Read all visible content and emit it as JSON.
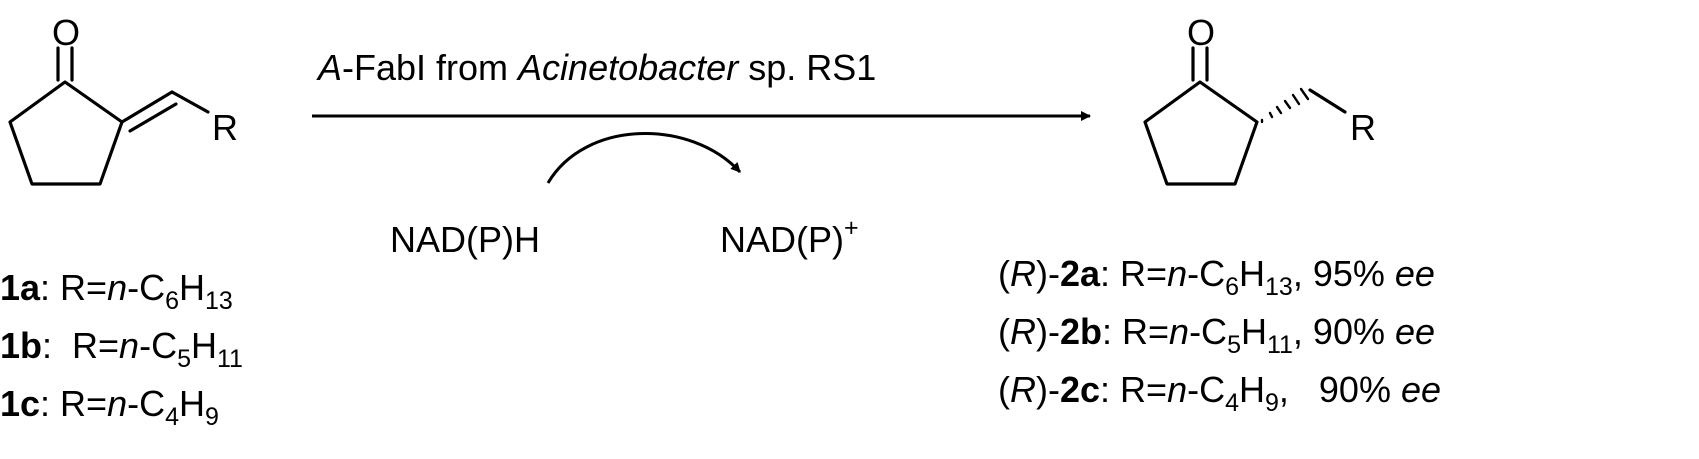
{
  "reaction": {
    "reagent_prefix": "A",
    "reagent_name": "-FabI from ",
    "organism_genus": "Acinetobacter",
    "organism_rest": " sp. RS1",
    "cofactor_in": "NAD(P)H",
    "cofactor_out_base": "NAD(P)",
    "cofactor_out_charge": "+"
  },
  "atoms": {
    "oxygen": "O",
    "r_group": "R"
  },
  "substrates": [
    {
      "id": "1a",
      "eq": ": R=",
      "n": "n",
      "chain": "-C",
      "c_count": "6",
      "h": "H",
      "h_count": "13"
    },
    {
      "id": "1b",
      "eq": ":  R=",
      "n": "n",
      "chain": "-C",
      "c_count": "5",
      "h": "H",
      "h_count": "11"
    },
    {
      "id": "1c",
      "eq": ": R=",
      "n": "n",
      "chain": "-C",
      "c_count": "4",
      "h": "H",
      "h_count": "9"
    }
  ],
  "products": [
    {
      "config_open": "(",
      "config": "R",
      "config_close": ")-",
      "id": "2a",
      "eq": ": R=",
      "n": "n",
      "chain": "-C",
      "c_count": "6",
      "h": "H",
      "h_count": "13",
      "ee_value": ", 95% ",
      "ee": "ee"
    },
    {
      "config_open": "(",
      "config": "R",
      "config_close": ")-",
      "id": "2b",
      "eq": ": R=",
      "n": "n",
      "chain": "-C",
      "c_count": "5",
      "h": "H",
      "h_count": "11",
      "ee_value": ", 90% ",
      "ee": "ee"
    },
    {
      "config_open": "(",
      "config": "R",
      "config_close": ")-",
      "id": "2c",
      "eq": ": R=",
      "n": "n",
      "chain": "-C",
      "c_count": "4",
      "h": "H",
      "h_count": "9",
      "ee_value": ",   90% ",
      "ee": "ee"
    }
  ]
}
